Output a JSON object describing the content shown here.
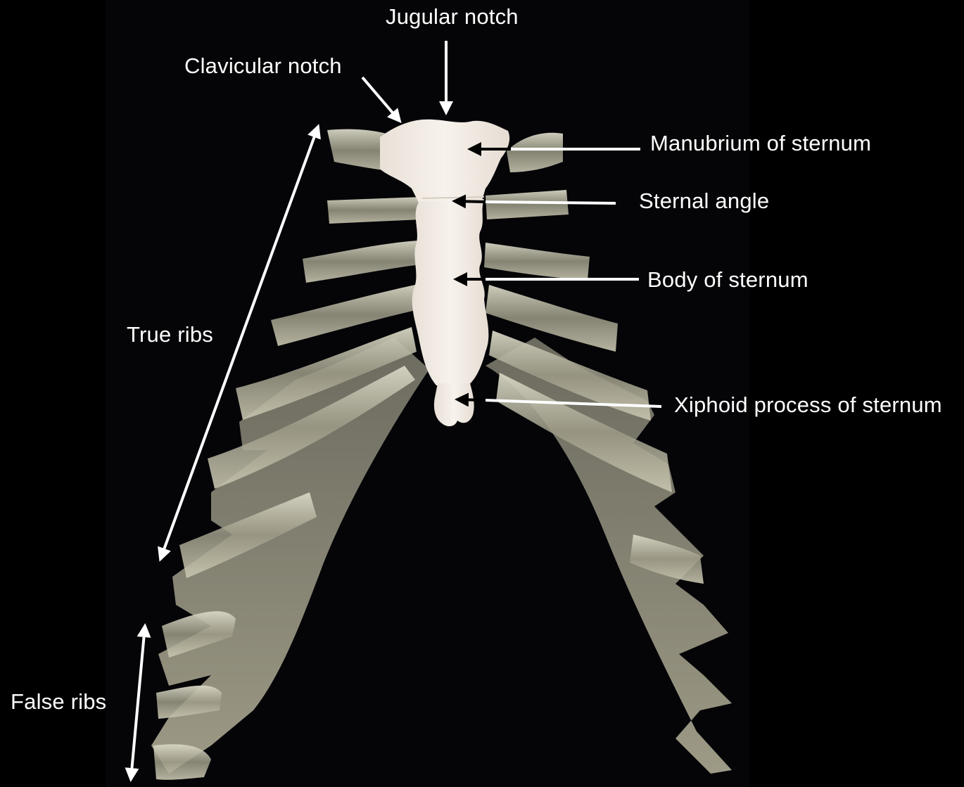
{
  "labels": {
    "jugular_notch": "Jugular notch",
    "clavicular_notch": "Clavicular notch",
    "manubrium": "Manubrium of sternum",
    "sternal_angle": "Sternal angle",
    "body_of_sternum": "Body of sternum",
    "xiphoid_process": "Xiphoid process of sternum",
    "true_ribs": "True ribs",
    "false_ribs": "False ribs"
  },
  "colors": {
    "background": "#000000",
    "photo_background": "#050508",
    "sternum": "#f3ece4",
    "rib_cartilage": "#b7b39b",
    "label_text": "#ffffff",
    "arrow_white": "#ffffff",
    "arrow_black": "#000000"
  }
}
